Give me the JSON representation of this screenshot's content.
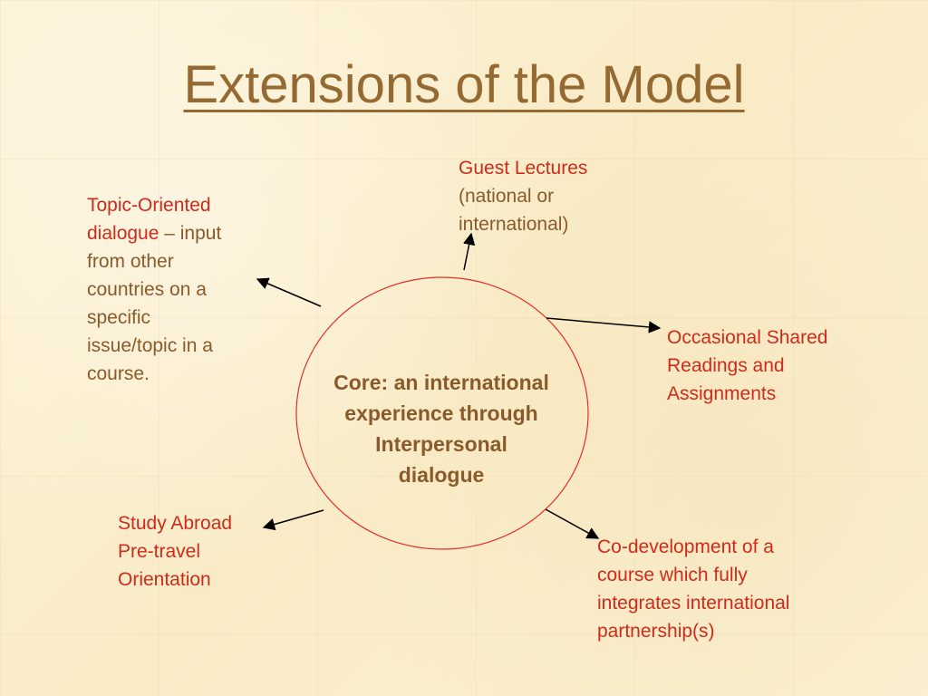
{
  "title": "Extensions of the Model",
  "core": {
    "line1": "Core: an international",
    "line2": "experience through",
    "line3": "Interpersonal",
    "line4": "dialogue"
  },
  "extensions": {
    "guest": {
      "line1": "Guest Lectures",
      "line2": "(national or",
      "line3": "international)"
    },
    "topic": {
      "line1": "Topic-Oriented",
      "line2a": "dialogue",
      "line2b": " – input",
      "line3": "from other",
      "line4": "countries on a",
      "line5": "specific",
      "line6": "issue/topic in a",
      "line7": "course."
    },
    "shared": {
      "line1": "Occasional Shared",
      "line2": "Readings and",
      "line3": "Assignments"
    },
    "study": {
      "line1": "Study Abroad",
      "line2": "Pre-travel",
      "line3": "Orientation"
    },
    "codev": {
      "line1": "Co-development of a",
      "line2": "course which fully",
      "line3": "integrates international",
      "line4": "partnership(s)"
    }
  },
  "colors": {
    "title": "#946a32",
    "label_red": "#d02b1a",
    "label_brown": "#8a5a2b",
    "circle_stroke": "#e0302a",
    "background": "#fbefcf"
  }
}
